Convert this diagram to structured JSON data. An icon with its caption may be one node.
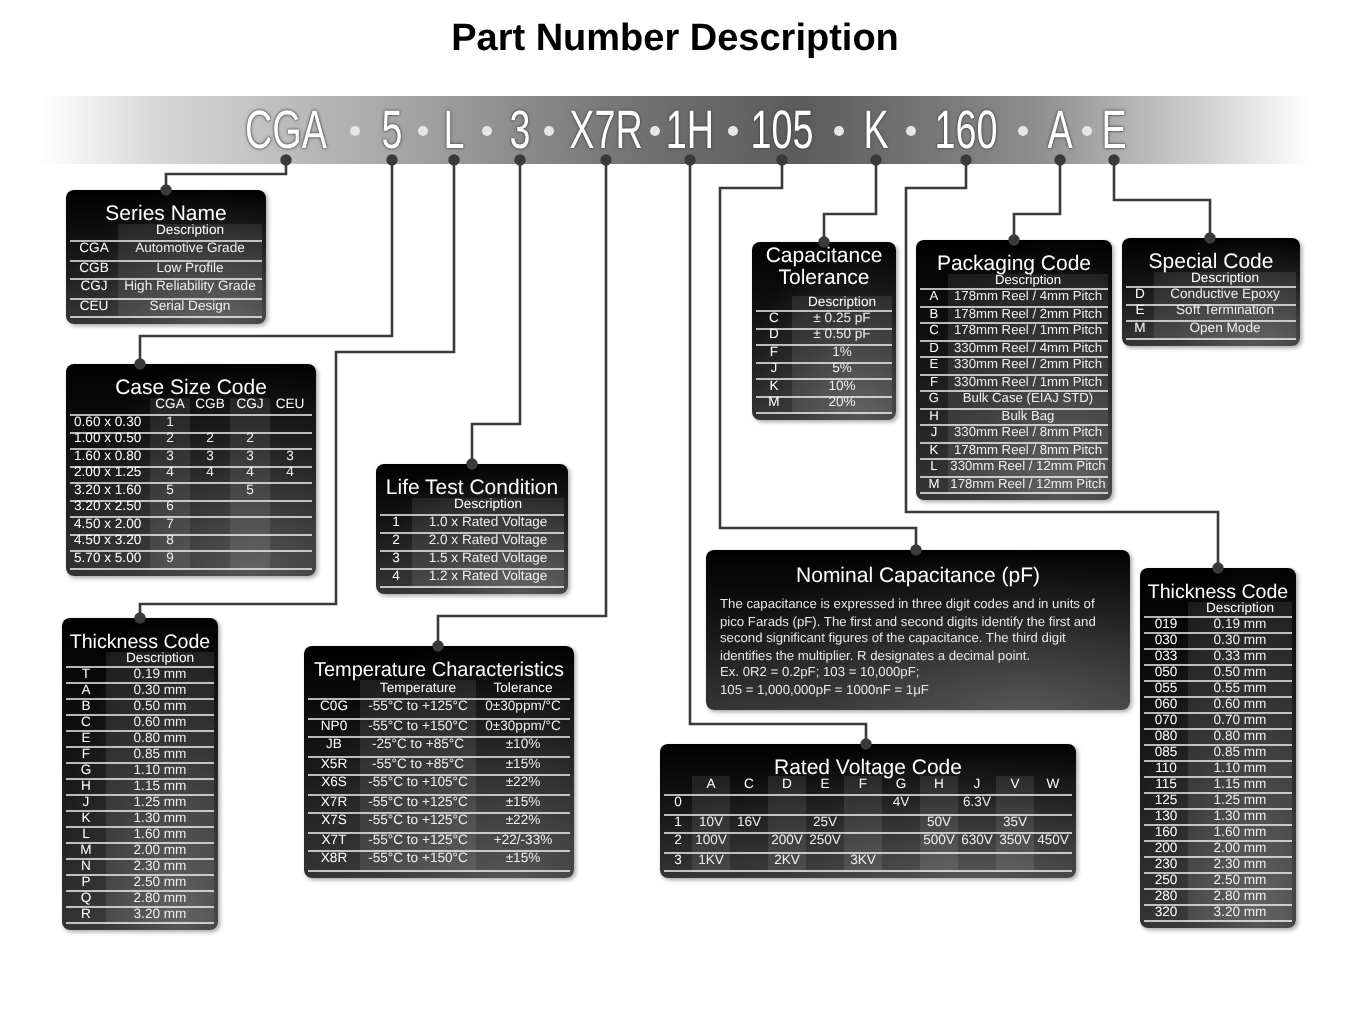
{
  "diagram": {
    "title": "Part Number Description",
    "nodes": [
      {
        "text": [],
        "shape": "band"
      },
      {
        "text": [
          "CGA"
        ],
        "in": 0
      },
      {
        "text": [
          "5"
        ],
        "in": 0
      },
      {
        "text": [
          "L"
        ],
        "in": 0
      },
      {
        "text": [
          "3"
        ],
        "in": 0
      },
      {
        "text": [
          "X7R"
        ],
        "in": 0
      },
      {
        "text": [
          "1H"
        ],
        "in": 0
      },
      {
        "text": [
          "105"
        ],
        "in": 0
      },
      {
        "text": [
          "K"
        ],
        "in": 0
      },
      {
        "text": [
          "160"
        ],
        "in": 0
      },
      {
        "text": [
          "A"
        ],
        "in": 0
      },
      {
        "text": [
          "E"
        ],
        "in": 0
      },
      {
        "text": [
          "Series Name",
          "Description",
          "CGA",
          "Automotive Grade",
          "CGB",
          "Low Profile",
          "CGJ",
          "High Reliability Grade",
          "CEU",
          "Serial Design"
        ]
      },
      {
        "text": [
          "Capacitance Tolerance",
          "Description",
          "C",
          "± 0.25 pF",
          "D",
          "± 0.50 pF",
          "F",
          "1%",
          "J",
          "5%",
          "K",
          "10%",
          "M",
          "20%"
        ]
      },
      {
        "text": [
          "Packaging Code",
          "Description",
          "A",
          "178mm Reel / 4mm Pitch",
          "B",
          "178mm Reel / 2mm Pitch",
          "C",
          "178mm Reel / 1mm Pitch",
          "D",
          "330mm Reel / 4mm Pitch",
          "E",
          "330mm Reel / 2mm Pitch",
          "F",
          "330mm Reel / 1mm Pitch",
          "G",
          "Bulk Case (EIAJ STD)",
          "H",
          "Bulk Bag",
          "J",
          "330mm Reel / 8mm Pitch",
          "K",
          "178mm Reel / 8mm Pitch",
          "L",
          "330mm Reel / 12mm Pitch",
          "M",
          "178mm Reel / 12mm Pitch"
        ]
      },
      {
        "text": [
          "Special Code",
          "Description",
          "D",
          "Conductive Epoxy",
          "E",
          "Soft Termination",
          "M",
          "Open Mode"
        ]
      },
      {
        "text": [
          "Case Size Code",
          "CGA",
          "CGB",
          "CGJ",
          "CEU",
          "0.60 x 0.30",
          "1",
          "1.00 x 0.50",
          "2",
          "2",
          "2",
          "1.60 x 0.80",
          "3",
          "3",
          "3",
          "3",
          "2.00 x 1.25",
          "4",
          "4",
          "4",
          "4",
          "3.20 x 1.60",
          "5",
          "5",
          "3.20 x 2.50",
          "6",
          "4.50 x 2.00",
          "7",
          "4.50 x 3.20",
          "8",
          "5.70 x 5.00",
          "9"
        ]
      },
      {
        "text": [
          "Life Test Condition",
          "Description",
          "1",
          "1.0 x Rated Voltage",
          "2",
          "2.0 x Rated Voltage",
          "3",
          "1.5 x Rated Voltage",
          "4",
          "1.2 x Rated Voltage"
        ]
      },
      {
        "text": [
          "Nominal Capacitance (pF)",
          "The capacitance is expressed in three digit codes and in units of pico Farads (pF). The first and second digits identify the first and second significant figures of the capacitance. The third digit identifies the multiplier. R designates a decimal point.",
          "Ex. 0R2 = 0.2pF; 103 = 10,000pF;",
          "105 = 1,000,000pF = 1000nF = 1μF"
        ]
      },
      {
        "text": [
          "Thickness Code",
          "Description",
          "019",
          "0.19 mm",
          "030",
          "0.30 mm",
          "033",
          "0.33 mm",
          "050",
          "0.50 mm",
          "055",
          "0.55 mm",
          "060",
          "0.60 mm",
          "070",
          "0.70 mm",
          "080",
          "0.80 mm",
          "085",
          "0.85 mm",
          "110",
          "1.10 mm",
          "115",
          "1.15 mm",
          "125",
          "1.25 mm",
          "130",
          "1.30 mm",
          "160",
          "1.60 mm",
          "200",
          "2.00 mm",
          "230",
          "2.30 mm",
          "250",
          "2.50 mm",
          "280",
          "2.80 mm",
          "320",
          "3.20 mm"
        ]
      },
      {
        "text": [
          "Thickness Code",
          "Description",
          "T",
          "0.19 mm",
          "A",
          "0.30 mm",
          "B",
          "0.50 mm",
          "C",
          "0.60 mm",
          "E",
          "0.80 mm",
          "F",
          "0.85 mm",
          "G",
          "1.10 mm",
          "H",
          "1.15 mm",
          "J",
          "1.25 mm",
          "K",
          "1.30 mm",
          "L",
          "1.60 mm",
          "M",
          "2.00 mm",
          "N",
          "2.30 mm",
          "P",
          "2.50 mm",
          "Q",
          "2.80 mm",
          "R",
          "3.20 mm"
        ]
      },
      {
        "text": [
          "Temperature Characteristics",
          "Temperature",
          "Tolerance",
          "C0G",
          "-55°C to +125°C",
          "0±30ppm/°C",
          "NP0",
          "-55°C to +150°C",
          "0±30ppm/°C",
          "JB",
          "-25°C to +85°C",
          "±10%",
          "X5R",
          "-55°C to +85°C",
          "±15%",
          "X6S",
          "-55°C to +105°C",
          "±22%",
          "X7R",
          "-55°C to +125°C",
          "±15%",
          "X7S",
          "-55°C to +125°C",
          "±22%",
          "X7T",
          "-55°C to +125°C",
          "+22/-33%",
          "X8R",
          "-55°C to +150°C",
          "±15%"
        ]
      },
      {
        "text": [
          "Rated Voltage Code",
          "A",
          "C",
          "D",
          "E",
          "F",
          "G",
          "H",
          "J",
          "V",
          "W",
          "0",
          "4V",
          "6.3V",
          "1",
          "10V",
          "16V",
          "25V",
          "50V",
          "35V",
          "2",
          "100V",
          "200V",
          "250V",
          "500V",
          "630V",
          "350V",
          "450V",
          "3",
          "1KV",
          "2KV",
          "3KV"
        ]
      }
    ],
    "edges": [
      {
        "from": 1,
        "to": 12,
        "arrow": "other"
      },
      {
        "from": 2,
        "to": 16,
        "arrow": "other"
      },
      {
        "from": 3,
        "to": 20,
        "arrow": "other"
      },
      {
        "from": 4,
        "to": 17,
        "arrow": "other"
      },
      {
        "from": 5,
        "to": 21,
        "arrow": "other"
      },
      {
        "from": 6,
        "to": 22,
        "arrow": "other"
      },
      {
        "from": 7,
        "to": 18,
        "arrow": "other"
      },
      {
        "from": 8,
        "to": 13,
        "arrow": "other"
      },
      {
        "from": 9,
        "to": 19,
        "arrow": "other"
      },
      {
        "from": 10,
        "to": 14,
        "arrow": "other"
      },
      {
        "from": 11,
        "to": 15,
        "arrow": "other"
      }
    ]
  }
}
